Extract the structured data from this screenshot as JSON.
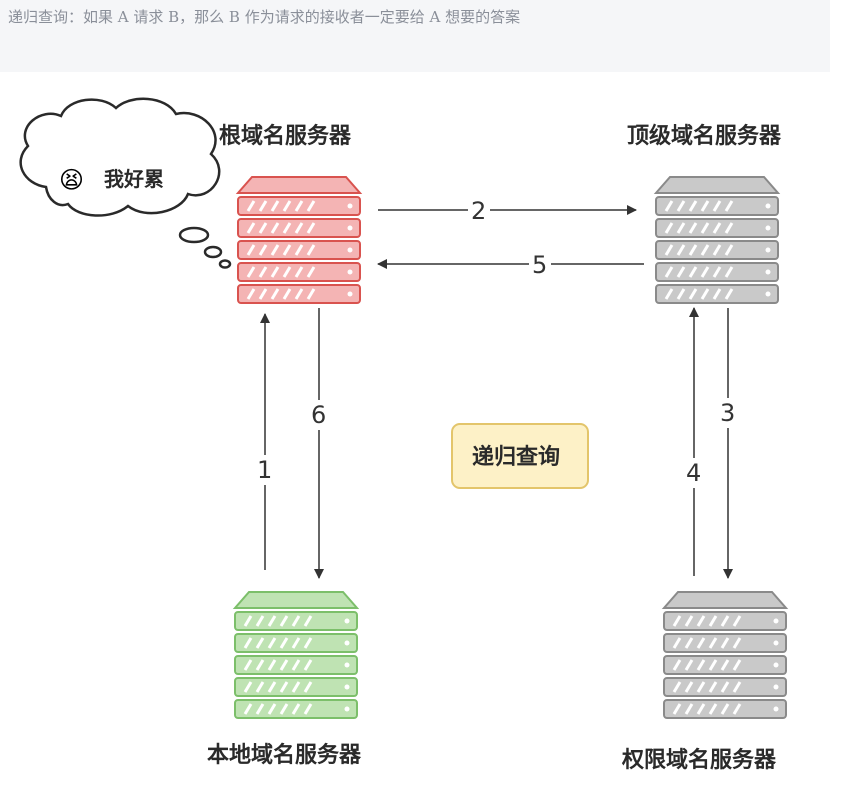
{
  "caption": "递归查询：如果 A 请求 B，那么 B 作为请求的接收者一定要给 A 想要的答案",
  "servers": {
    "root": {
      "label": "根域名服务器",
      "color": "#d9534f",
      "fill": "#f4b4b4",
      "slot": "#fbd9d9"
    },
    "tld": {
      "label": "顶级域名服务器",
      "color": "#8a8a8a",
      "fill": "#c9c9c9",
      "slot": "#ececec"
    },
    "local": {
      "label": "本地域名服务器",
      "color": "#7cbf6a",
      "fill": "#bfe3b3",
      "slot": "#e2f3dc"
    },
    "authoritative": {
      "label": "权限域名服务器",
      "color": "#8a8a8a",
      "fill": "#c9c9c9",
      "slot": "#ececec"
    }
  },
  "steps": [
    "1",
    "2",
    "3",
    "4",
    "5",
    "6"
  ],
  "badge": {
    "label": "递归查询",
    "fill": "#fdf1c7",
    "stroke": "#e3c56b"
  },
  "thought": {
    "emoji": "😫",
    "text": "我好累"
  }
}
